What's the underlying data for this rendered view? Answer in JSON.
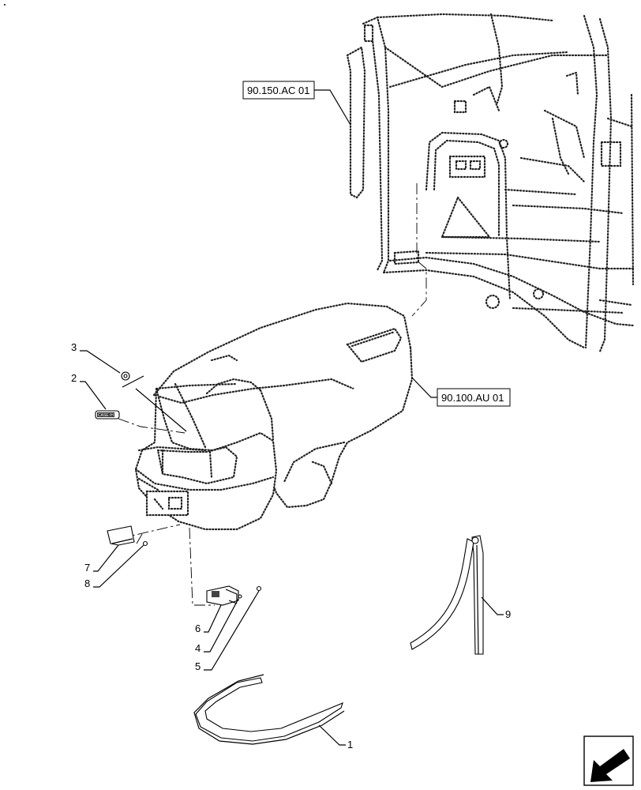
{
  "callouts": [
    {
      "id": "1",
      "label": "1"
    },
    {
      "id": "2",
      "label": "2"
    },
    {
      "id": "3",
      "label": "3"
    },
    {
      "id": "4",
      "label": "4"
    },
    {
      "id": "5",
      "label": "5"
    },
    {
      "id": "6",
      "label": "6"
    },
    {
      "id": "7",
      "label": "7"
    },
    {
      "id": "8",
      "label": "8"
    },
    {
      "id": "9",
      "label": "9"
    }
  ],
  "references": {
    "cab": "90.150.AC 01",
    "hood": "90.100.AU 01"
  },
  "decal_text": "CASE IH",
  "icons": {
    "navigation": "arrow-down-left-icon"
  }
}
